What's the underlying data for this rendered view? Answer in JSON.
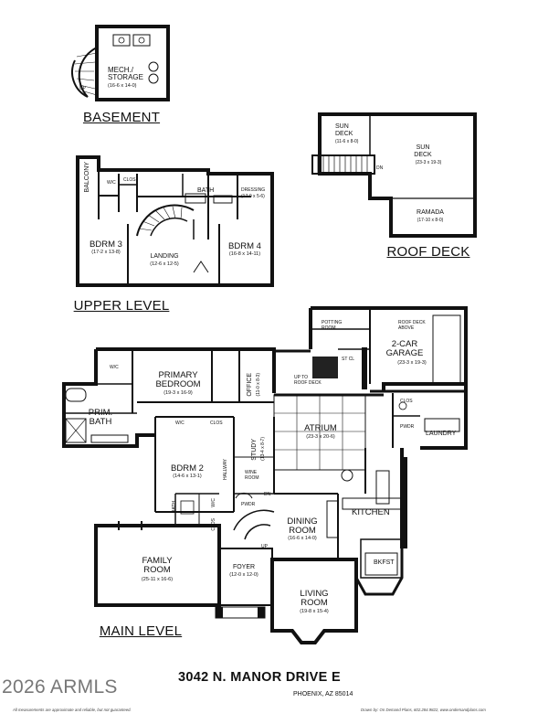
{
  "basement": {
    "level": "BASEMENT",
    "mech_storage": "MECH./\nSTORAGE",
    "mech_storage_dim": "(16-6 x 14-0)",
    "up": "UP"
  },
  "upper": {
    "level": "UPPER LEVEL",
    "balcony": "BALCONY",
    "wic": "W/C",
    "clos": "CLOS",
    "bath": "BATH",
    "dressing": "DRESSING",
    "dressing_dim": "(17-0 x 5-6)",
    "bdrm3": "BDRM 3",
    "bdrm3_dim": "(17-2 x 13-8)",
    "landing": "LANDING",
    "landing_dim": "(12-6 x 12-5)",
    "bdrm4": "BDRM 4",
    "bdrm4_dim": "(16-8 x 14-11)"
  },
  "roof": {
    "level": "ROOF DECK",
    "sun_deck_1": "SUN\nDECK",
    "sun_deck_1_dim": "(11-6 x 8-0)",
    "sun_deck_2": "SUN\nDECK",
    "sun_deck_2_dim": "(23-3 x 19-3)",
    "ramada": "RAMADA",
    "ramada_dim": "(17-10 x 8-0)",
    "dn": "DN"
  },
  "main": {
    "level": "MAIN LEVEL",
    "potting": "POTTING\nROOM",
    "roof_deck_above": "ROOF DECK\nABOVE",
    "garage": "2-CAR\nGARAGE",
    "garage_dim": "(23-3 x 19-3)",
    "up_roof": "UP TO\nROOF DECK",
    "st_cl": "ST CL",
    "wic": "W/C",
    "primary": "PRIMARY\nBEDROOM",
    "primary_dim": "(19-3 x 16-9)",
    "office": "OFFICE",
    "office_dim": "(11-0 x 8-3)",
    "prim_bath": "PRIM.\nBATH",
    "wic2": "W/C",
    "clos": "CLOS",
    "atrium": "ATRIUM",
    "atrium_dim": "(23-3 x 20-6)",
    "clos2": "CLOS",
    "pwdr": "PWDR",
    "laundry": "LAUNDRY",
    "bdrm2": "BDRM 2",
    "bdrm2_dim": "(14-6 x 13-1)",
    "hallway": "HALLWAY",
    "study": "STUDY",
    "study_dim": "(13-4 x 8-7)",
    "wine": "WINE\nROOM",
    "pwdr2": "PWDR",
    "kitchen": "KITCHEN",
    "dining": "DINING\nROOM",
    "dining_dim": "(16-6 x 14-0)",
    "family": "FAMILY\nROOM",
    "family_dim": "(25-11 x 16-6)",
    "foyer": "FOYER",
    "foyer_dim": "(12-0 x 12-0)",
    "bkfst": "BKFST",
    "living": "LIVING\nROOM",
    "living_dim": "(19-8 x 15-4)",
    "bath": "BATH",
    "clos3": "CLOS",
    "wic3": "W/C",
    "up": "UP",
    "dn": "DN"
  },
  "address": "3042 N. MANOR DRIVE E",
  "city": "PHOENIX, AZ 85014",
  "watermark": "2026 ARMLS",
  "disclaimer": "All measurements are approximate and reliable, but not guaranteed.",
  "credit": "Drawn by: On Demand Plans, 602.284.9822, www.ondemandplans.com"
}
